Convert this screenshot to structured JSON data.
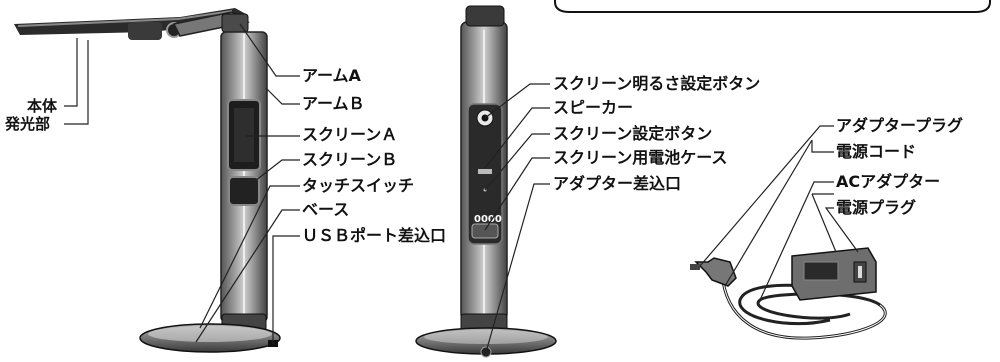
{
  "title": "",
  "lamp_labels": {
    "body": "本体",
    "light_emitting": "発光部",
    "arm_a": "アームA",
    "arm_b": "アームＢ",
    "screen_a": "スクリーンＡ",
    "screen_b": "スクリーンＢ",
    "touch_switch": "タッチスイッチ",
    "base": "ベース",
    "usb_port": "ＵＳＢポート差込口"
  },
  "back_labels": {
    "brightness_button": "スクリーン明るさ設定ボタン",
    "speaker": "スピーカー",
    "screen_setting_button": "スクリーン設定ボタン",
    "battery_case": "スクリーン用電池ケース",
    "adapter_jack": "アダプター差込口"
  },
  "adapter_labels": {
    "adapter_plug": "アダプタープラグ",
    "power_cord": "電源コード",
    "ac_adapter": "ACアダプター",
    "power_plug": "電源プラグ"
  },
  "device_markings": {
    "digits": "0000"
  }
}
